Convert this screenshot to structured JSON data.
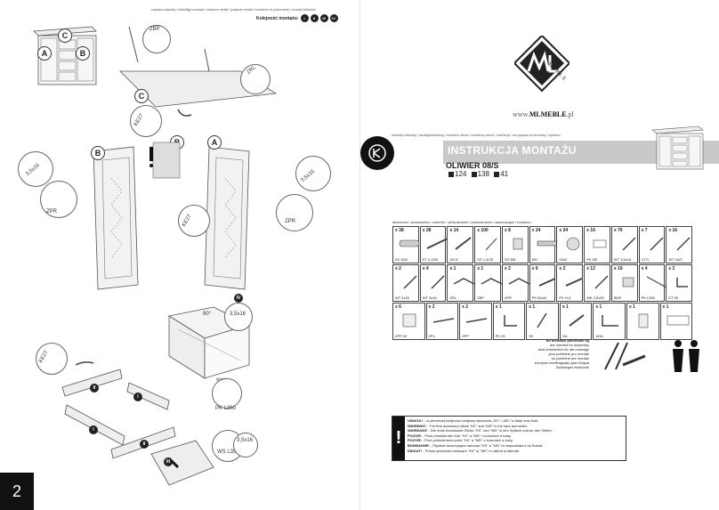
{
  "left_page": {
    "top_note": "zapasna wskaźky / lettertilige montaże / advance metall / juxtaponi metall / montážne vs pripevnenie | montáž dôkladne",
    "step_label": "Kolejność montażu:",
    "step_numbers": [
      "I",
      "II",
      "III",
      "IV"
    ],
    "page_number": "2",
    "part_labels": [
      "A",
      "B",
      "C"
    ],
    "callouts": [
      "ZBP",
      "ZRL",
      "KE27",
      "3,5x16",
      "ZPR",
      "3,5x16",
      "KE27",
      "ZPR",
      "90°",
      "3,5x16",
      "x=y",
      "PK L360",
      "KE27",
      "WS L350",
      "3,5x16"
    ],
    "drawer_labels": [
      "II",
      "I",
      "II",
      "I",
      "IV",
      "III"
    ]
  },
  "right_page": {
    "brand_letters": "ML",
    "brand_word": "MEBLE",
    "website_prefix": "www.",
    "website_bold": "MLMEBLE",
    "website_suffix": ".pl",
    "instructions_lang_line": "wskaźky instrukcji / montageanleitung / montážní návod / montážny návod / instrukcja / инструкция по монтажу / uputstvo",
    "banner_title": "INSTRUKCJA MONTAŻU",
    "model": "OLIWIER 08/S",
    "dimensions": [
      "124",
      "138",
      "41"
    ],
    "parts_header": "akcesoria / accessories / zubehör / příslušenství / príslušenstvo / аксессуары / fornitura :",
    "parts_rows": [
      [
        {
          "qty": "x 38",
          "code": "KK 8/32"
        },
        {
          "qty": "x 28",
          "code": "KT 4,1/50"
        },
        {
          "qty": "x 14",
          "code": "ZA N"
        },
        {
          "qty": "x 100",
          "code": "GZ 1,4/25"
        },
        {
          "qty": "x 8",
          "code": "SG 8/8"
        },
        {
          "qty": "x 24",
          "code": "MD"
        },
        {
          "qty": "x 24",
          "code": "ZAM"
        },
        {
          "qty": "x 16",
          "code": "PK Ø5"
        },
        {
          "qty": "x 76",
          "code": "WT 3,5x16"
        },
        {
          "qty": "x 7",
          "code": "UTO"
        },
        {
          "qty": "x 16",
          "code": "WT 4x27"
        }
      ],
      [
        {
          "qty": "x 2",
          "code": "WT 4x30"
        },
        {
          "qty": "x 4",
          "code": "WT 3x10"
        },
        {
          "qty": "x 1",
          "code": "ZRL"
        },
        {
          "qty": "x 1",
          "code": "ZBP"
        },
        {
          "qty": "x 2",
          "code": "ZPR"
        },
        {
          "qty": "x 6",
          "code": "PK M4x5"
        },
        {
          "qty": "x 2",
          "code": "PK H-5"
        },
        {
          "qty": "x 12",
          "code": "WE 3,5x30"
        },
        {
          "qty": "x 16",
          "code": "BDR"
        },
        {
          "qty": "x 4",
          "code": "PK L350"
        },
        {
          "qty": "x 2",
          "code": "KT 50"
        }
      ],
      [
        {
          "qty": "x 6",
          "code": "ZPP 03"
        },
        {
          "qty": "x 2",
          "code": "ZPL"
        },
        {
          "qty": "x 2",
          "code": "ZPP"
        },
        {
          "qty": "x 1",
          "code": "PK 25"
        },
        {
          "qty": "x 1",
          "code": "SK"
        },
        {
          "qty": "x 1",
          "code": "OA"
        },
        {
          "qty": "x 1",
          "code": "AOA"
        },
        {
          "qty": "x 1",
          "code": ""
        },
        {
          "qty": "x 1",
          "code": ""
        }
      ]
    ],
    "tools_note": [
      "do montażu potrzebne są",
      "are needed for assembly",
      "sind erforderlich für die montage",
      "jsou potřebné pro montáž",
      "sú potrebné pre montáž",
      "которые необходимы для сборки",
      "Szükséges eszközök"
    ],
    "warning_lines": [
      {
        "label": "UWAGA !",
        "text": "- w pierwszej kolejności wbijamy akcesoria „KK” i „MD” w blaty oraz boki."
      },
      {
        "label": "WARNING! ",
        "text": "- The first accessory sticks \"KK\" and \"MD\" in the tops and sides."
      },
      {
        "label": "WARNUNG! ",
        "text": "- Die erste Accessoire-Sticks \"KK\" und \"MD\" in den Spitzen und an den Seiten."
      },
      {
        "label": "POZOR! ",
        "text": "- Prvni příslušenství holí \"KK\" a \"MD\" v korunách a boky."
      },
      {
        "label": "POZOR! ",
        "text": "- Prvé príslušenstvo palíc \"KK\" a \"MD\" v korunách a boky."
      },
      {
        "label": "ВНИМАНИЕ! ",
        "text": "- Первые аксессуары палочки \"KK\" и \"MD\" по вершинам и по бокам."
      },
      {
        "label": "DIKKAT! ",
        "text": "- Primul accesoriu bețișoare \"KK\" și \"MD\" în vârfuri și laterale."
      }
    ]
  }
}
